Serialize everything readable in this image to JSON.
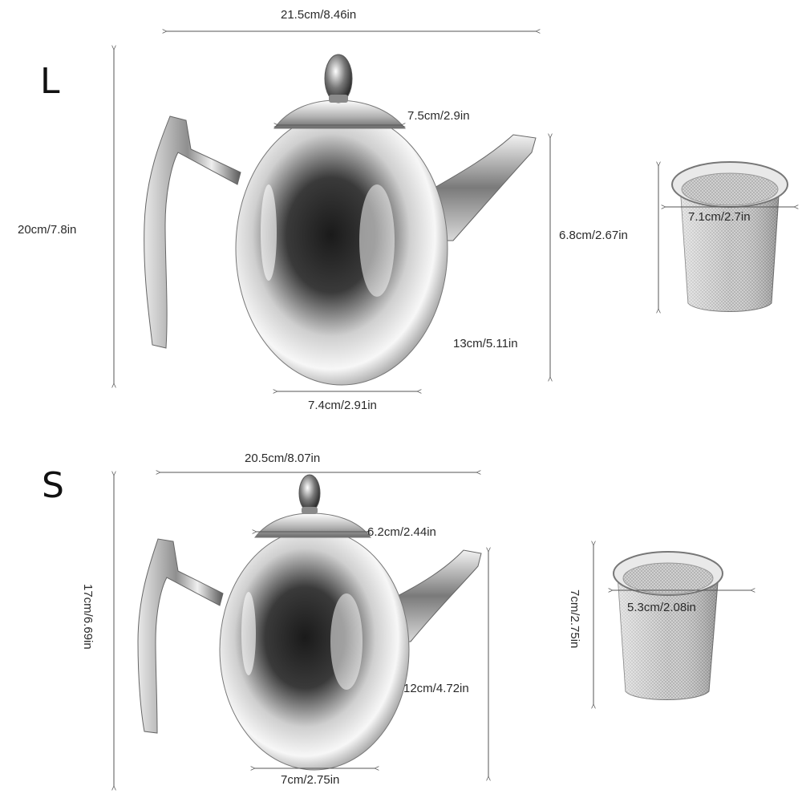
{
  "large": {
    "size_letter": "L",
    "overall_width": "21.5cm/8.46in",
    "lid_width": "7.5cm/2.9in",
    "overall_height": "20cm/7.8in",
    "body_height": "13cm/5.11in",
    "base_width": "7.4cm/2.91in",
    "infuser_height": "6.8cm/2.67in",
    "infuser_width": "7.1cm/2.7in"
  },
  "small": {
    "size_letter": "S",
    "overall_width": "20.5cm/8.07in",
    "lid_width": "6.2cm/2.44in",
    "overall_height": "17cm/6.69in",
    "body_height": "12cm/4.72in",
    "base_width": "7cm/2.75in",
    "infuser_height": "7cm/2.75in",
    "infuser_width": "5.3cm/2.08in"
  },
  "colors": {
    "steel_light": "#f4f4f4",
    "steel_mid": "#9a9a9a",
    "steel_dark": "#1c1c1c",
    "dimension_line": "#555555",
    "background": "#ffffff"
  }
}
